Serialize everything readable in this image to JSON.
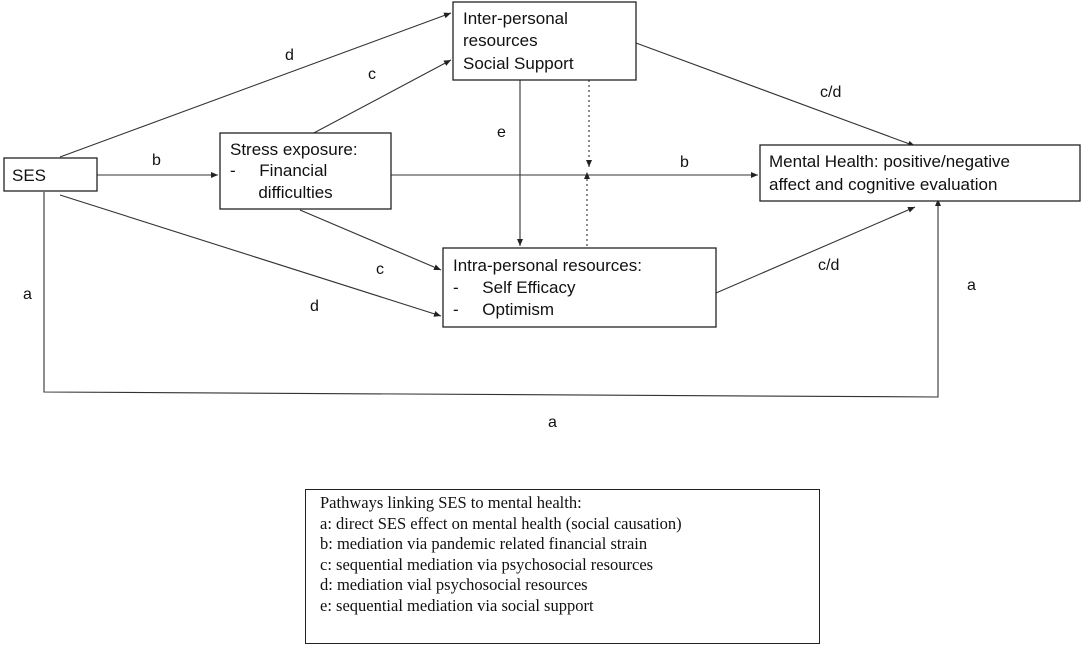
{
  "nodes": {
    "ses": {
      "lines": [
        "SES"
      ]
    },
    "stress": {
      "lines": [
        "Stress exposure:",
        "-     Financial",
        "      difficulties"
      ]
    },
    "inter": {
      "lines": [
        "Inter-personal",
        "resources",
        "Social Support"
      ]
    },
    "intra": {
      "lines": [
        "Intra-personal resources:",
        "-     Self Efficacy",
        "-     Optimism"
      ]
    },
    "mental": {
      "lines": [
        "Mental Health: positive/negative",
        "affect and cognitive evaluation"
      ]
    }
  },
  "edge_labels": {
    "ses_inter_d": "d",
    "stress_inter_c": "c",
    "ses_stress_b": "b",
    "inter_intra_e": "e",
    "stress_mental_b": "b",
    "inter_mental_cd": "c/d",
    "stress_intra_c": "c",
    "ses_intra_d": "d",
    "intra_mental_cd": "c/d",
    "ses_left_a": "a",
    "mental_right_a": "a",
    "bottom_a": "a"
  },
  "legend": {
    "title": "Pathways linking SES to mental health:",
    "items": [
      "a: direct SES effect on mental health (social causation)",
      "b: mediation via pandemic related financial strain",
      "c: sequential mediation via psychosocial resources",
      "d: mediation vial psychosocial resources",
      "e: sequential mediation via social support"
    ]
  }
}
